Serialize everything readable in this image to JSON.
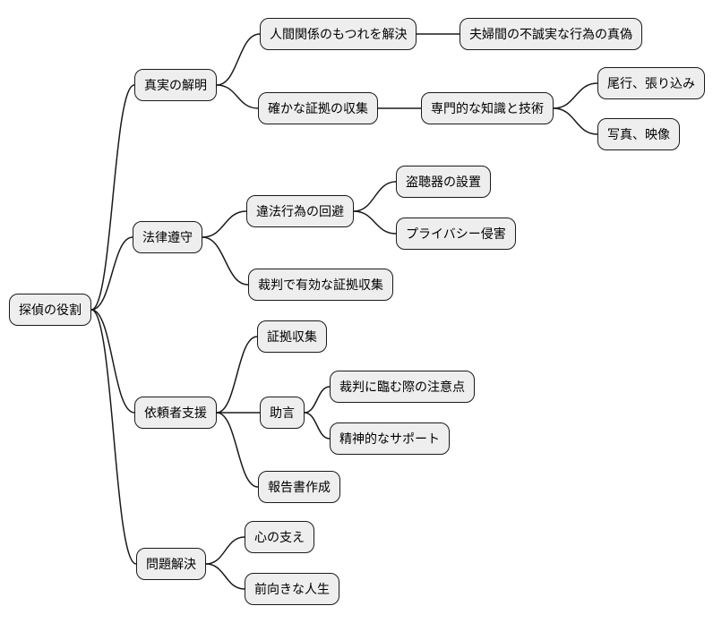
{
  "diagram": {
    "type": "mindmap",
    "colors": {
      "node_fill": "#eeeeee",
      "node_border": "#1a1a1a",
      "edge": "#1a1a1a",
      "text": "#000000",
      "background": "#ffffff"
    },
    "root": {
      "label": "探偵の役割",
      "children": [
        {
          "label": "真実の解明",
          "children": [
            {
              "label": "人間関係のもつれを解決",
              "children": [
                {
                  "label": "夫婦間の不誠実な行為の真偽",
                  "children": []
                }
              ]
            },
            {
              "label": "確かな証拠の収集",
              "children": [
                {
                  "label": "専門的な知識と技術",
                  "children": [
                    {
                      "label": "尾行、張り込み",
                      "children": []
                    },
                    {
                      "label": "写真、映像",
                      "children": []
                    }
                  ]
                }
              ]
            }
          ]
        },
        {
          "label": "法律遵守",
          "children": [
            {
              "label": "違法行為の回避",
              "children": [
                {
                  "label": "盗聴器の設置",
                  "children": []
                },
                {
                  "label": "プライバシー侵害",
                  "children": []
                }
              ]
            },
            {
              "label": "裁判で有効な証拠収集",
              "children": []
            }
          ]
        },
        {
          "label": "依頼者支援",
          "children": [
            {
              "label": "証拠収集",
              "children": []
            },
            {
              "label": "助言",
              "children": [
                {
                  "label": "裁判に臨む際の注意点",
                  "children": []
                },
                {
                  "label": "精神的なサポート",
                  "children": []
                }
              ]
            },
            {
              "label": "報告書作成",
              "children": []
            }
          ]
        },
        {
          "label": "問題解決",
          "children": [
            {
              "label": "心の支え",
              "children": []
            },
            {
              "label": "前向きな人生",
              "children": []
            }
          ]
        }
      ]
    }
  }
}
